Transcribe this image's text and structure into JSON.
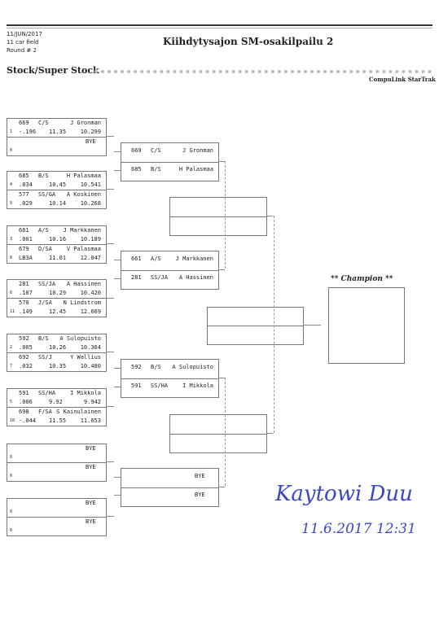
{
  "header": {
    "date": "11/JUN/2017",
    "field": "11 car field",
    "round": "Round # 2",
    "title": "Kiihdytysajon SM-osakilpailu 2",
    "class": "Stock/Super Stock",
    "brand": "CompuLink StarTrak"
  },
  "r1": [
    {
      "top": {
        "car": "669",
        "cls": "C/S",
        "name": "J Gronman",
        "seed": "1",
        "rt": "-.196",
        "et": "11.35",
        "spd": "10.299"
      },
      "bottom": {
        "bye": "BYE",
        "seed": "0"
      }
    },
    {
      "top": {
        "car": "685",
        "cls": "B/S",
        "name": "H Palasmaa",
        "seed": "4",
        "rt": ".034",
        "et": "10.45",
        "spd": "10.541"
      },
      "bottom": {
        "car": "577",
        "cls": "SS/GA",
        "name": "A Koskinen",
        "seed": "9",
        "rt": ".029",
        "et": "10.14",
        "spd": "10.268"
      }
    },
    {
      "top": {
        "car": "661",
        "cls": "A/S",
        "name": "J Markkanen",
        "seed": "3",
        "rt": ".001",
        "et": "10.16",
        "spd": "10.189"
      },
      "bottom": {
        "car": "679",
        "cls": "D/SA",
        "name": "V Palasmaa",
        "seed": "8",
        "rt": "LB3A",
        "et": "11.01",
        "spd": "12.047"
      }
    },
    {
      "top": {
        "car": "281",
        "cls": "SS/JA",
        "name": "A Hassinen",
        "seed": "6",
        "rt": ".107",
        "et": "10.29",
        "spd": "10.420"
      },
      "bottom": {
        "car": "570",
        "cls": "J/SA",
        "name": "N Lindstrom",
        "seed": "11",
        "rt": ".149",
        "et": "12.45",
        "spd": "12.669"
      }
    },
    {
      "top": {
        "car": "592",
        "cls": "B/S",
        "name": "A Sulopuisto",
        "seed": "2",
        "rt": ".005",
        "et": "10.26",
        "spd": "10.364"
      },
      "bottom": {
        "car": "692",
        "cls": "SS/J",
        "name": "Y Wallius",
        "seed": "7",
        "rt": ".032",
        "et": "10.35",
        "spd": "10.480"
      }
    },
    {
      "top": {
        "car": "591",
        "cls": "SS/HA",
        "name": "I Mikkola",
        "seed": "5",
        "rt": ".006",
        "et": "9.92",
        "spd": "9.942"
      },
      "bottom": {
        "car": "698",
        "cls": "F/SA",
        "name": "S Kainulainen",
        "seed": "10",
        "rt": "-.044",
        "et": "11.55",
        "spd": "11.653"
      }
    },
    {
      "top": {
        "bye": "BYE",
        "seed": "0"
      },
      "bottom": {
        "bye": "BYE",
        "seed": "0"
      }
    },
    {
      "top": {
        "bye": "BYE",
        "seed": "0"
      },
      "bottom": {
        "bye": "BYE",
        "seed": "0"
      }
    }
  ],
  "r2": [
    {
      "top": {
        "car": "669",
        "cls": "C/S",
        "name": "J Gronman"
      },
      "bottom": {
        "car": "685",
        "cls": "B/S",
        "name": "H Palasmaa"
      }
    },
    {
      "top": {
        "car": "661",
        "cls": "A/S",
        "name": "J Markkanen"
      },
      "bottom": {
        "car": "281",
        "cls": "SS/JA",
        "name": "A Hassinen"
      }
    },
    {
      "top": {
        "car": "592",
        "cls": "B/S",
        "name": "A Sulopuisto"
      },
      "bottom": {
        "car": "591",
        "cls": "SS/HA",
        "name": "I Mikkola"
      }
    },
    {
      "top": {
        "bye": "BYE"
      },
      "bottom": {
        "bye": "BYE"
      }
    }
  ],
  "champion_label": "** Champion **",
  "signature": {
    "name": "Kaytowi Duu",
    "datetime": "11.6.2017 12:31"
  }
}
